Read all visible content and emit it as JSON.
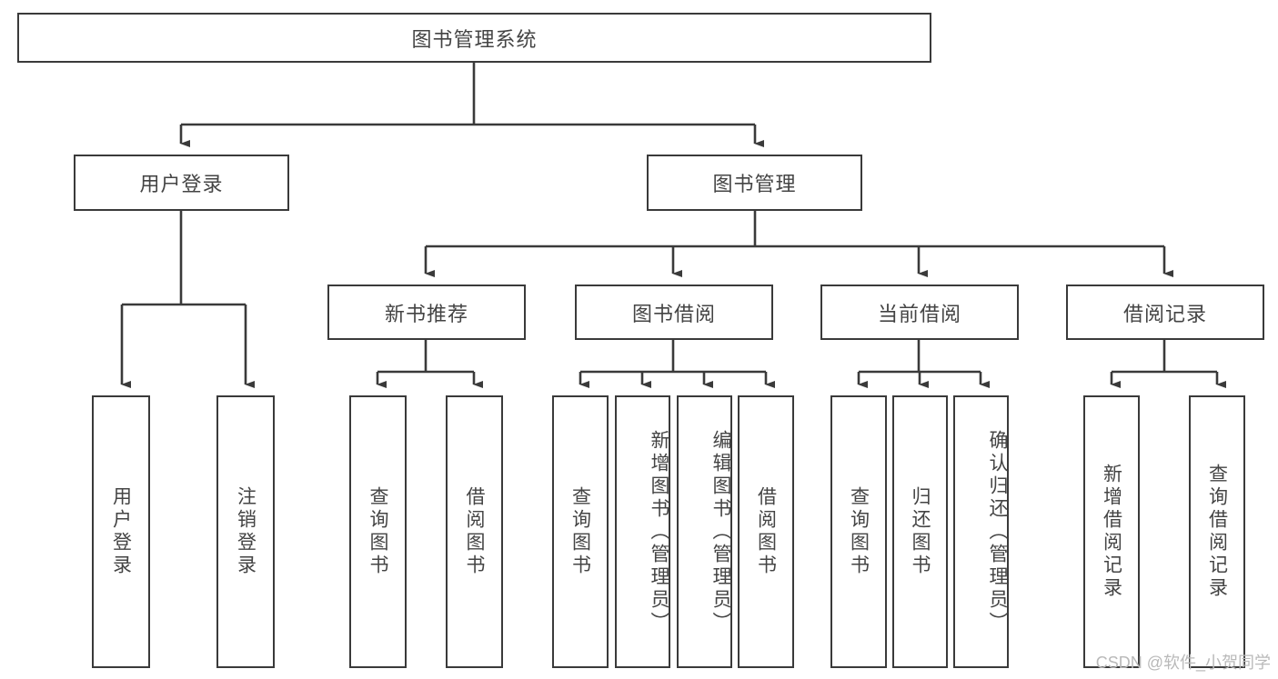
{
  "diagram": {
    "title": "图书管理系统",
    "type": "tree-hierarchy-diagram",
    "colors": {
      "box_border": "#3a3a3a",
      "box_fill": "#ffffff",
      "edge": "#3a3a3a",
      "text": "#444444",
      "watermark": "#b9b9b9",
      "background": "#ffffff"
    },
    "root": {
      "label": "图书管理系统"
    },
    "level2": [
      {
        "label": "用户登录"
      },
      {
        "label": "图书管理"
      }
    ],
    "level3": [
      {
        "label": "新书推荐"
      },
      {
        "label": "图书借阅"
      },
      {
        "label": "当前借阅"
      },
      {
        "label": "借阅记录"
      }
    ],
    "leaves": {
      "user_login": [
        {
          "label": "用户登录"
        },
        {
          "label": "注销登录"
        }
      ],
      "new_book_recommend": [
        {
          "label": "查询图书"
        },
        {
          "label": "借阅图书"
        }
      ],
      "book_borrow": [
        {
          "label": "查询图书"
        },
        {
          "label": "新增图书（管理员）"
        },
        {
          "label": "编辑图书（管理员）"
        },
        {
          "label": "借阅图书"
        }
      ],
      "current_borrow": [
        {
          "label": "查询图书"
        },
        {
          "label": "归还图书"
        },
        {
          "label": "确认归还（管理员）"
        }
      ],
      "borrow_record": [
        {
          "label": "新增借阅记录"
        },
        {
          "label": "查询借阅记录"
        }
      ]
    },
    "watermark": "CSDN @软件_小贺同学"
  }
}
